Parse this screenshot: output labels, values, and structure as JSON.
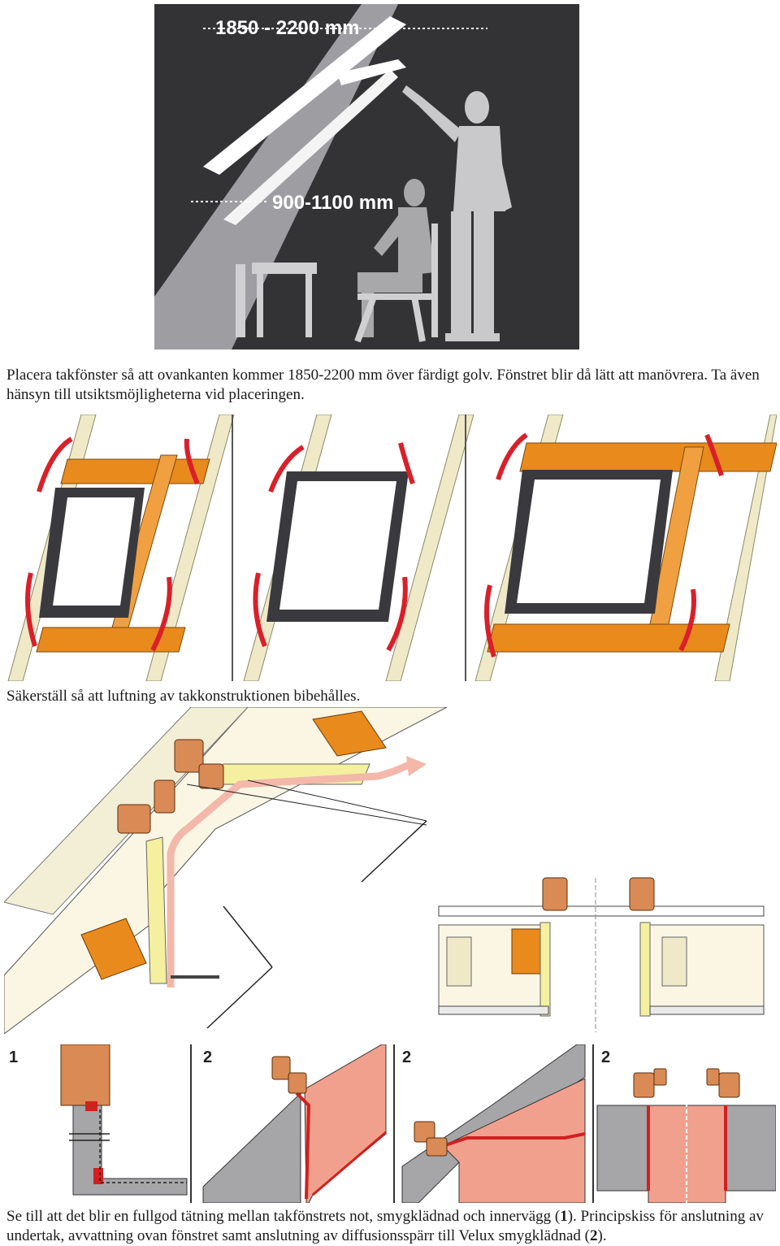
{
  "figure1": {
    "top_dimension": "1850 - 2200 mm",
    "bottom_dimension": "900-1100 mm"
  },
  "caption1": "Placera takfönster så att ovankanten kommer  1850-2200 mm över färdigt golv. Fönstret blir då lätt att manövrera. Ta även hänsyn till utsiktsmöjligheterna vid placeringen.",
  "caption2": "Säkerställ så att luftning av takkonstruktionen bibehålles.",
  "details": {
    "panel1_number": "1",
    "panel2_number": "2",
    "panel3_number": "2",
    "panel4_number": "2"
  },
  "caption3_parts": {
    "a": "Se till att det blir en fullgod tätning mellan takfönstrets not, smygklädnad och innervägg (",
    "b": "1",
    "c": "). Principskiss för anslutning av undertak, avvattning ovan fönstret samt anslutning av diffusionsspärr till Velux smygklädnad (",
    "d": "2",
    "e": ")."
  },
  "colors": {
    "dark_bg": "#333336",
    "orange": "#e98a1c",
    "red_arrow": "#d9202a",
    "beige_rafter": "#efe9c8",
    "salmon": "#f2a08e",
    "grey": "#a6a6a8",
    "seal_red": "#d21f1f"
  }
}
